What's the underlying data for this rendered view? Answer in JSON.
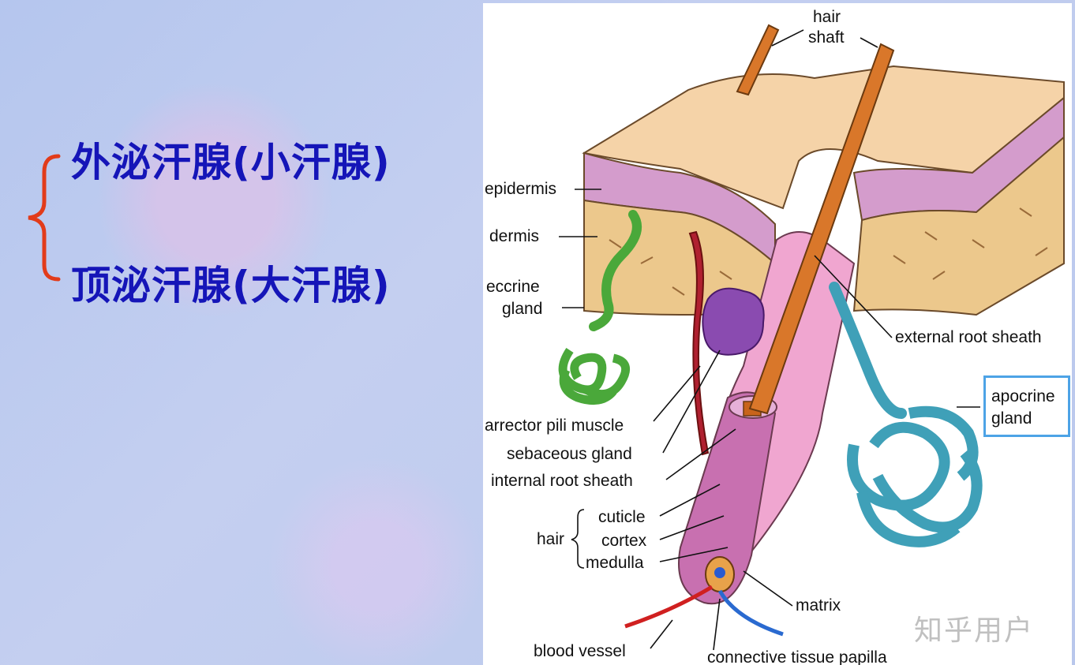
{
  "left": {
    "titles": [
      "外泌汗腺(小汗腺)",
      "顶泌汗腺(大汗腺)"
    ]
  },
  "figure": {
    "labels": {
      "hair_shaft_1": "hair",
      "hair_shaft_2": "shaft",
      "epidermis": "epidermis",
      "dermis": "dermis",
      "eccrine_1": "eccrine",
      "eccrine_2": "gland",
      "external_root_sheath": "external root sheath",
      "apocrine_1": "apocrine",
      "apocrine_2": "gland",
      "arrector": "arrector pili muscle",
      "sebaceous": "sebaceous gland",
      "internal_root_sheath": "internal root sheath",
      "hair_group": "hair",
      "cuticle": "cuticle",
      "cortex": "cortex",
      "medulla": "medulla",
      "matrix": "matrix",
      "blood_vessel": "blood vessel",
      "papilla": "connective tissue papilla"
    }
  },
  "watermark": "知乎用户",
  "colors": {
    "title_blue": "#1515b8",
    "brace_red": "#e23b1a",
    "skin": "#f5d3a8",
    "epidermis_purple": "#c890c0",
    "dermis": "#ecc88c",
    "hair_brown": "#d9772a",
    "eccrine_green": "#4aa83a",
    "apocrine_teal": "#3fa0b8",
    "sebaceous_purple": "#8a4bb0",
    "follicle_pink": "#f0a6d0",
    "box_blue": "#4da3e6"
  }
}
